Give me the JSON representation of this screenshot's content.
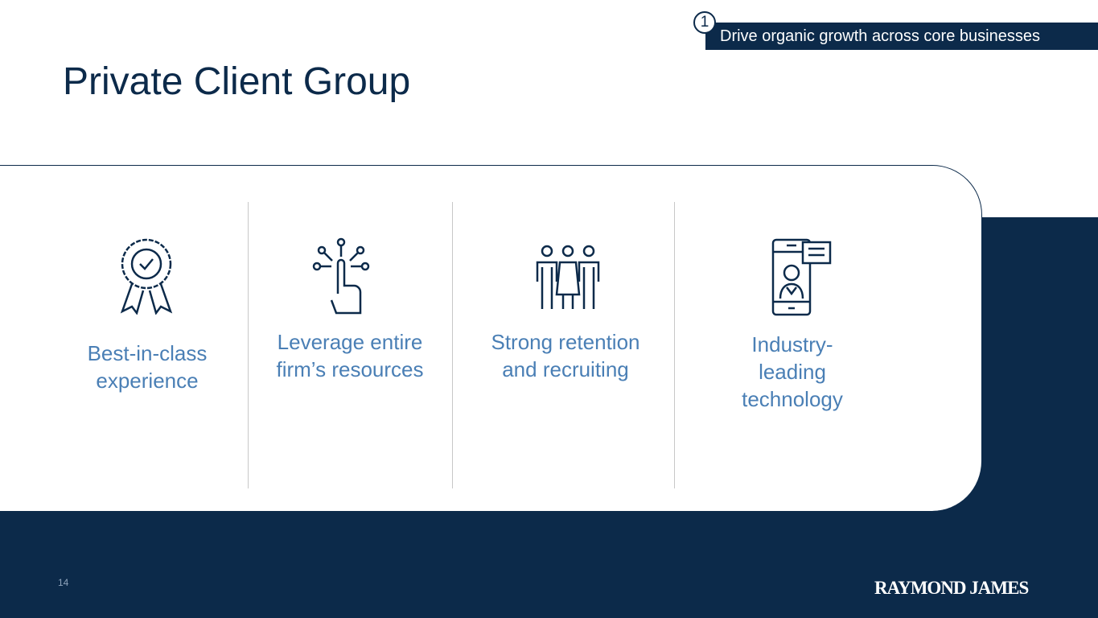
{
  "header": {
    "badge_number": "1",
    "badge_text": "Drive organic growth across core businesses",
    "title": "Private Client Group"
  },
  "pillars": [
    {
      "icon": "award-ribbon-icon",
      "label": "Best-in-class experience"
    },
    {
      "icon": "touch-network-icon",
      "label": "Leverage entire firm’s resources"
    },
    {
      "icon": "people-group-icon",
      "label": "Strong retention and recruiting"
    },
    {
      "icon": "mobile-chat-icon",
      "label": "Industry-leading technology"
    }
  ],
  "footer": {
    "page_number": "14",
    "logo_text": "RAYMOND JAMES"
  }
}
